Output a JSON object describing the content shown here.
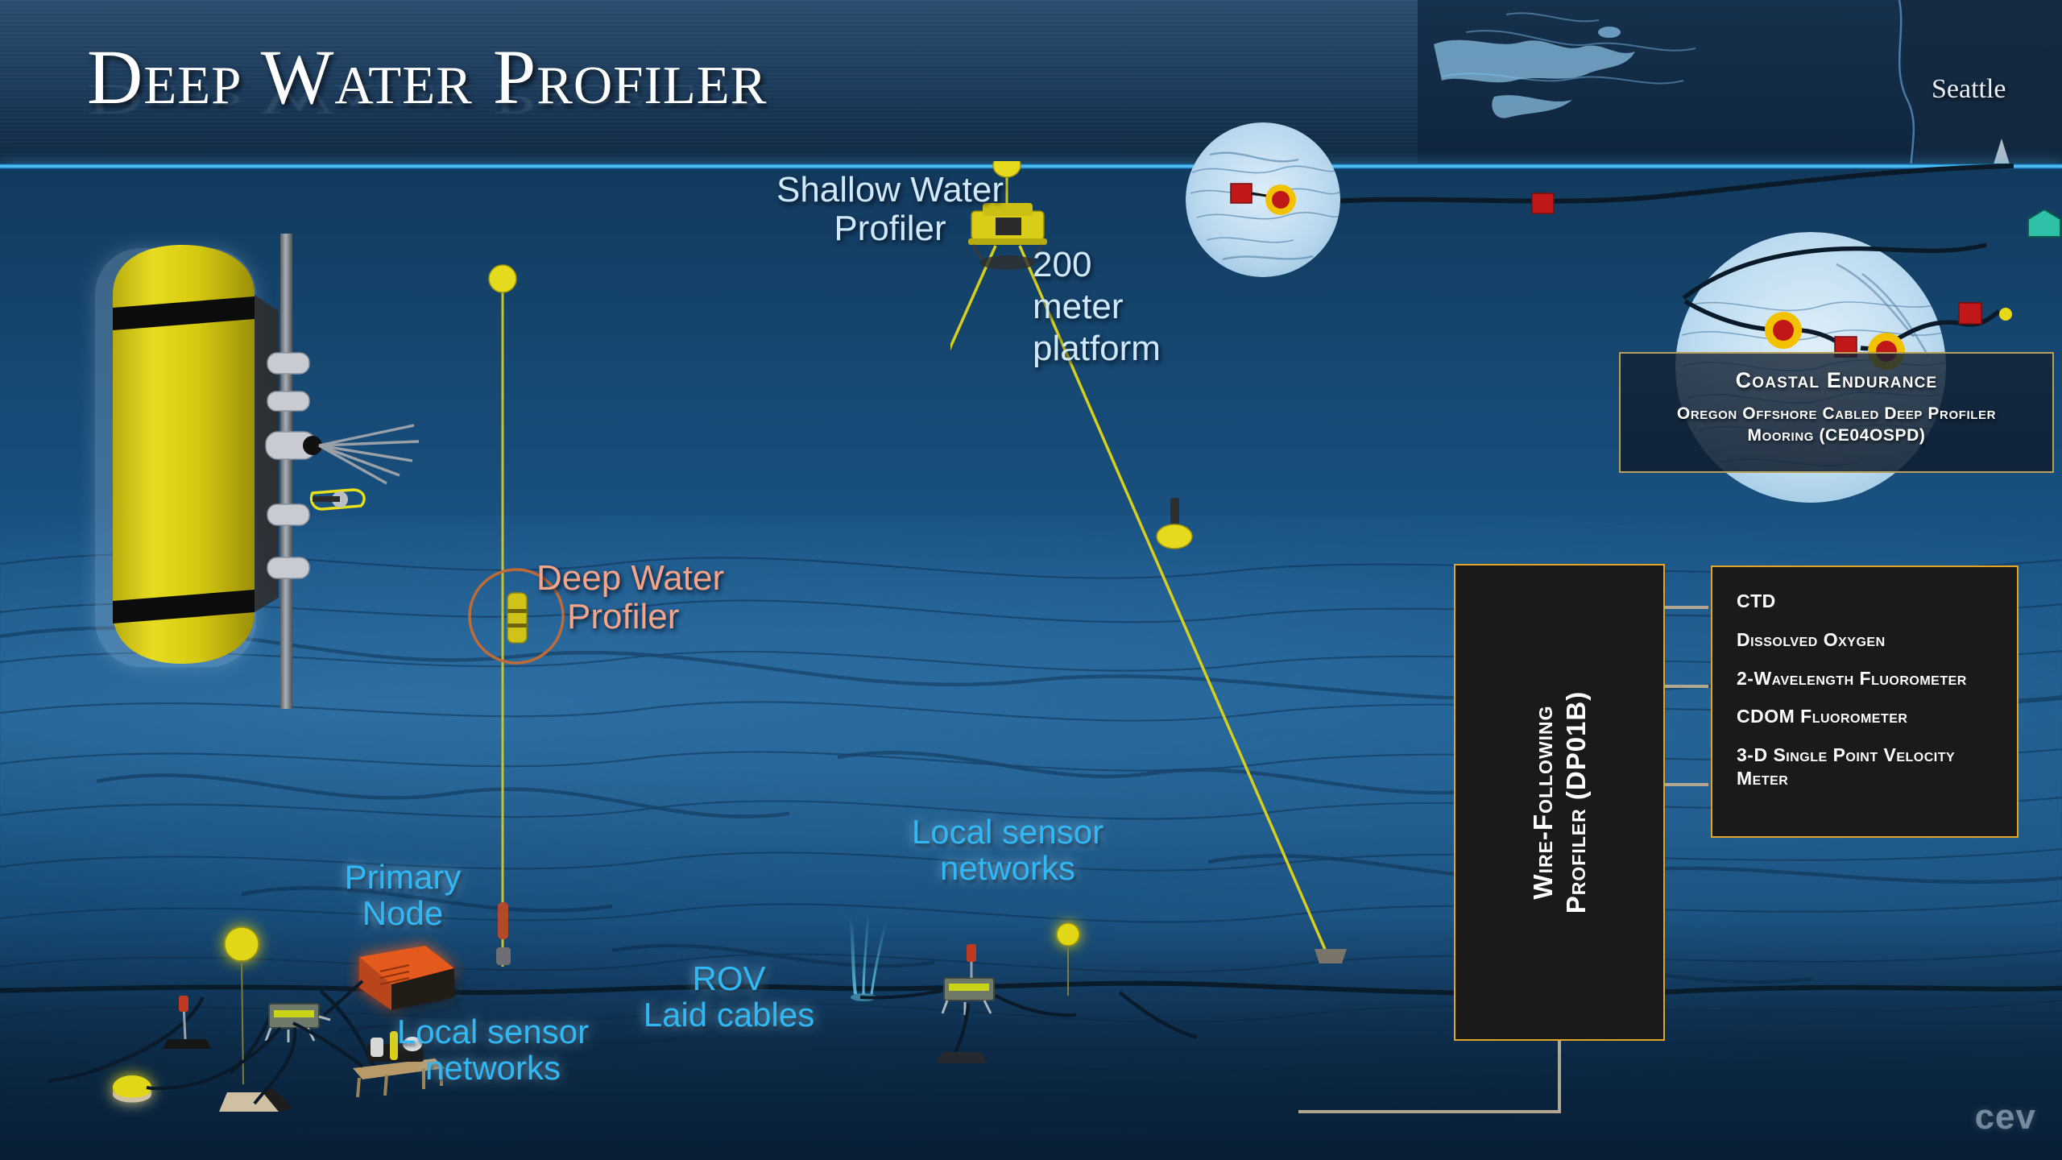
{
  "title": {
    "text": "Deep Water Profiler"
  },
  "water": {
    "surface_color": "#63c7f5",
    "deep_color": "#1a5282"
  },
  "labels": {
    "shallow_water_profiler": "Shallow Water\nProfiler",
    "shallow_water_profiler_line1": "Shallow Water",
    "shallow_water_profiler_line2": "Profiler",
    "platform_line1": "200",
    "platform_line2": "meter",
    "platform_line3": "platform",
    "deep_water_profiler_line1": "Deep Water",
    "deep_water_profiler_line2": "Profiler",
    "primary_node_line1": "Primary",
    "primary_node_line2": "Node",
    "local_sensor_left_line1": "Local sensor",
    "local_sensor_left_line2": "networks",
    "local_sensor_right_line1": "Local sensor",
    "local_sensor_right_line2": "networks",
    "rov_line1": "ROV",
    "rov_line2": "Laid cables",
    "seattle": "Seattle",
    "watermark": "cev"
  },
  "colors": {
    "pale_label": "#cfe8fb",
    "cyan_label": "#2fb8f5",
    "salmon_label": "#f4a488",
    "panel_border_gold": "#e0a426",
    "panel_border_tan": "#b9a05a",
    "panel_background": "#1a1a1a",
    "mooring_line_yellow": "#e8e018",
    "marker_red": "#c01818",
    "marker_ring_yellow": "#f2c200",
    "primary_node_orange": "#e05a1e"
  },
  "coastal_endurance_panel": {
    "title": "Coastal Endurance",
    "subtitle_line1": "Oregon Offshore Cabled Deep Profiler",
    "subtitle_line2": "Mooring (CE04OSPD)"
  },
  "wire_following_panel": {
    "line1": "Wire-Following",
    "line2": "Profiler (DP01B)"
  },
  "sensor_list": {
    "items": [
      "CTD",
      "Dissolved Oxygen",
      "2-Wavelength Fluorometer",
      "CDOM Fluorometer",
      "3-D Single Point Velocity Meter"
    ]
  }
}
